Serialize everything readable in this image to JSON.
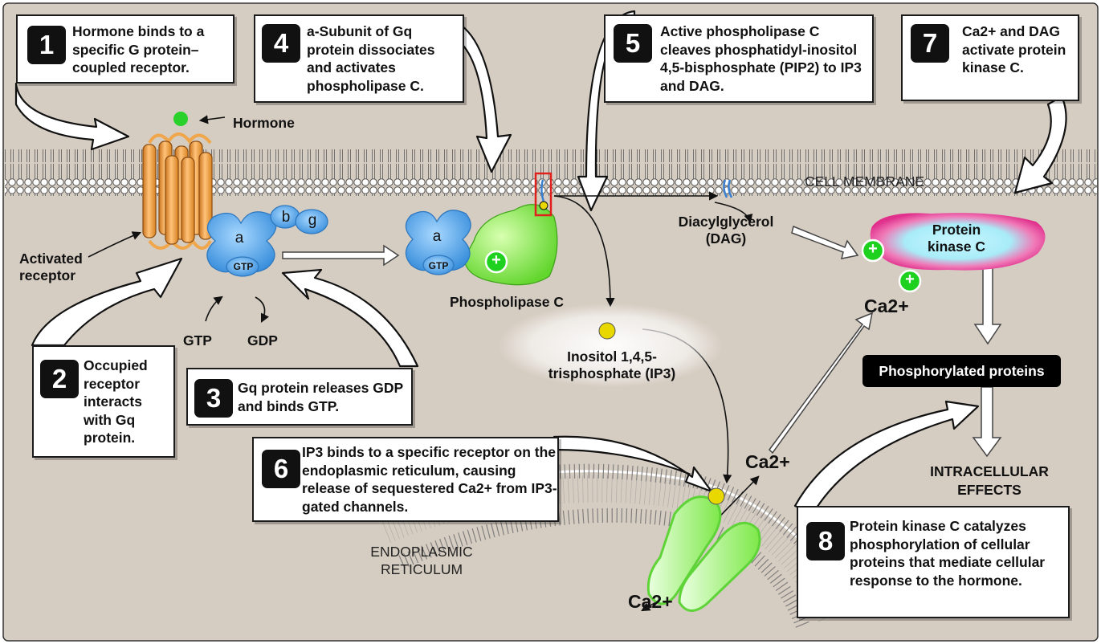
{
  "steps": [
    {
      "number": "1",
      "text": "Hormone binds to a specific G protein–coupled receptor."
    },
    {
      "number": "2",
      "text": "Occupied receptor interacts with Gq protein."
    },
    {
      "number": "3",
      "text": "Gq protein releases GDP and binds GTP."
    },
    {
      "number": "4",
      "text": "a-Subunit of Gq protein dissociates and activates phospholipase C."
    },
    {
      "number": "5",
      "text": "Active phospholipase C cleaves phosphatidyl-inositol 4,5-bisphosphate (PIP2) to IP3 and DAG."
    },
    {
      "number": "6",
      "text": "IP3 binds to a specific receptor on the endoplasmic reticulum, causing release of sequestered Ca2+ from IP3-gated channels."
    },
    {
      "number": "7",
      "text": "Ca2+ and DAG activate protein kinase C."
    },
    {
      "number": "8",
      "text": "Protein kinase C catalyzes phosphorylation of cellular proteins that mediate cellular response to the hormone."
    }
  ],
  "labels": {
    "hormone": "Hormone",
    "activated_receptor": "Activated receptor",
    "alpha": "a",
    "beta": "b",
    "gamma": "g",
    "gtp_small": "GTP",
    "gtp": "GTP",
    "gdp": "GDP",
    "phospholipase_c": "Phospholipase C",
    "cell_membrane": "CELL MEMBRANE",
    "dag": "Diacylglycerol (DAG)",
    "protein_kinase_c": "Protein kinase C",
    "ca_pkc": "Ca2+",
    "ip3": "Inositol 1,4,5-trisphosphate (IP3)",
    "phosphorylated_proteins": "Phosphorylated proteins",
    "intracellular_effects": "INTRACELLULAR EFFECTS",
    "endoplasmic_reticulum": "ENDOPLASMIC RETICULUM",
    "ca_right": "Ca2+",
    "ca_bottom": "Ca2+",
    "plus": "+"
  },
  "colors": {
    "background": "#d6cdc2",
    "receptor": "#f0a64a",
    "g_protein": "#5aa9ea",
    "phospholipase": "#7ee84a",
    "hormone": "#2ad12a",
    "pkc_outer": "#e7409a",
    "pkc_inner": "#a8ecf8",
    "ip3": "#e8d800",
    "pip2_marker": "#e0201a",
    "er_channel": "#9ff07a"
  }
}
